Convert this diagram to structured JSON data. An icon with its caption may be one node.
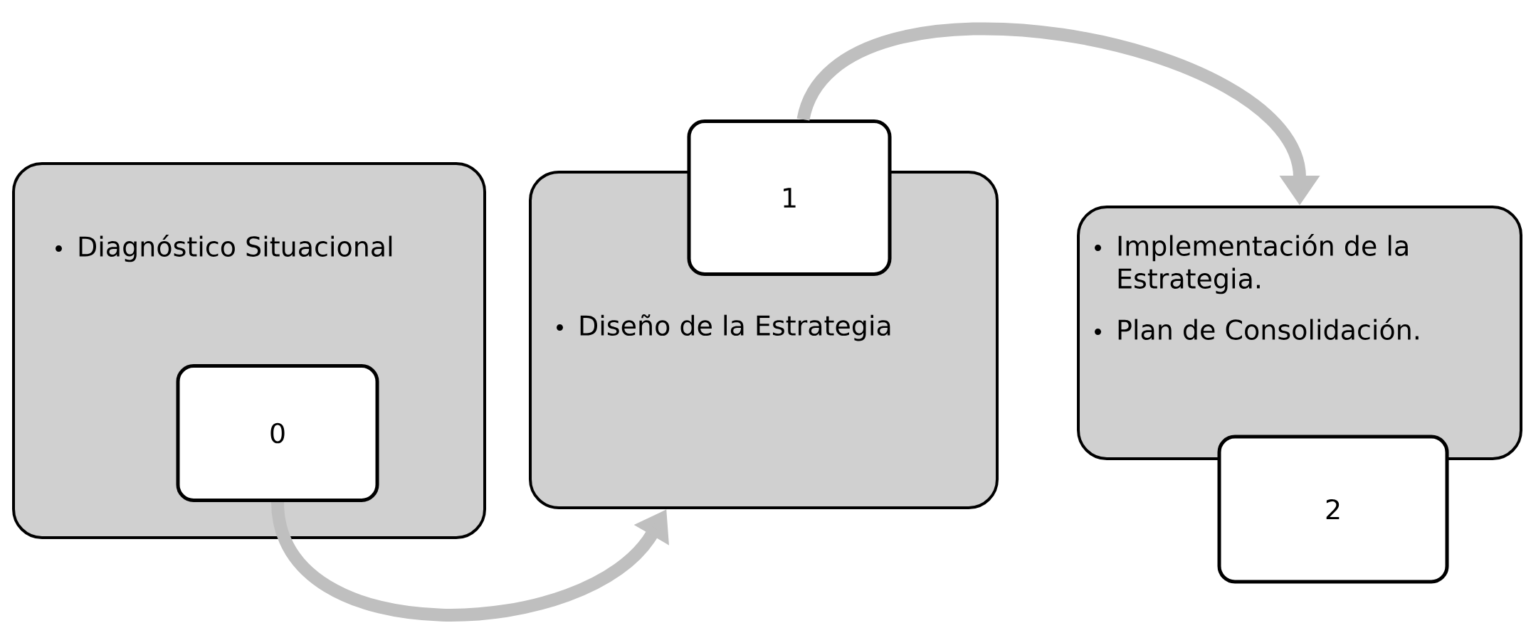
{
  "diagram": {
    "nodes": [
      {
        "text": [
          "Diagnóstico Situacional"
        ]
      },
      {
        "text": [
          "0"
        ],
        "in": 0
      },
      {
        "text": [
          "Diseño de la Estrategia"
        ]
      },
      {
        "text": [
          "1"
        ]
      },
      {
        "text": [
          "Implementación de la Estrategia.",
          "Plan de Consolidación."
        ]
      },
      {
        "text": [
          "2"
        ]
      }
    ],
    "edges": [
      {
        "from": 1,
        "to": 2,
        "arrow": "to"
      },
      {
        "from": 3,
        "to": 4,
        "arrow": "to"
      }
    ]
  }
}
